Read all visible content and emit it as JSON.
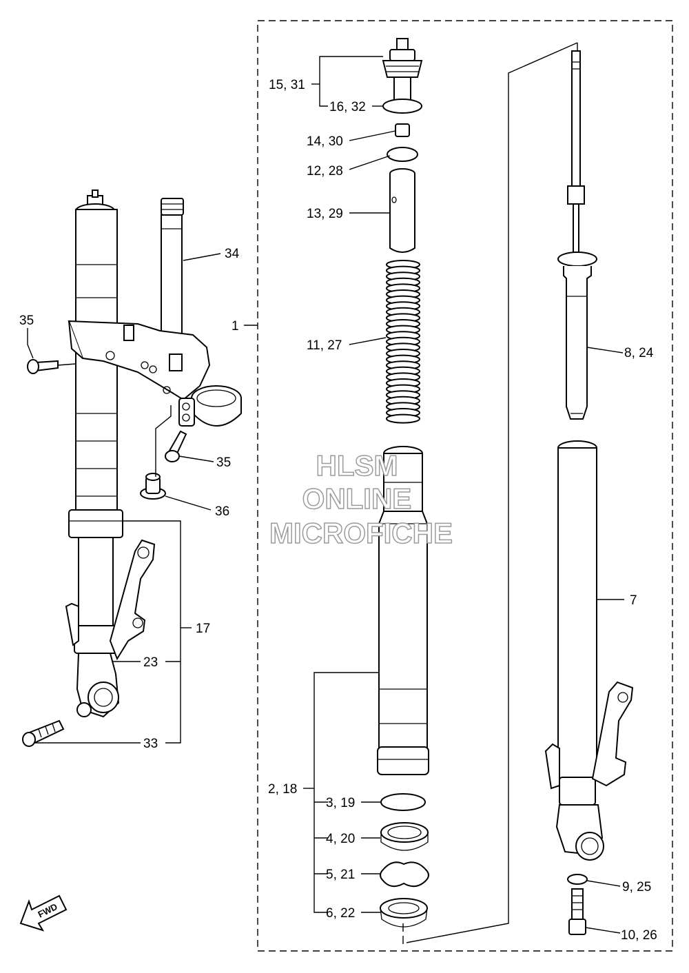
{
  "callouts": [
    {
      "id": "1",
      "text": "1"
    },
    {
      "id": "2-18",
      "text": "2, 18"
    },
    {
      "id": "3-19",
      "text": "3, 19"
    },
    {
      "id": "4-20",
      "text": "4, 20"
    },
    {
      "id": "5-21",
      "text": "5, 21"
    },
    {
      "id": "6-22",
      "text": "6, 22"
    },
    {
      "id": "7",
      "text": "7"
    },
    {
      "id": "8-24",
      "text": "8, 24"
    },
    {
      "id": "9-25",
      "text": "9, 25"
    },
    {
      "id": "10-26",
      "text": "10, 26"
    },
    {
      "id": "11-27",
      "text": "11, 27"
    },
    {
      "id": "12-28",
      "text": "12, 28"
    },
    {
      "id": "13-29",
      "text": "13, 29"
    },
    {
      "id": "14-30",
      "text": "14, 30"
    },
    {
      "id": "15-31",
      "text": "15, 31"
    },
    {
      "id": "16-32",
      "text": "16, 32"
    },
    {
      "id": "17",
      "text": "17"
    },
    {
      "id": "23",
      "text": "23"
    },
    {
      "id": "33",
      "text": "33"
    },
    {
      "id": "34",
      "text": "34"
    },
    {
      "id": "35a",
      "text": "35"
    },
    {
      "id": "35b",
      "text": "35"
    },
    {
      "id": "36",
      "text": "36"
    }
  ],
  "watermark": {
    "line1": "HLSM",
    "line2": "ONLINE",
    "line3": "MICROFICHE"
  },
  "fwd_label": "FWD"
}
